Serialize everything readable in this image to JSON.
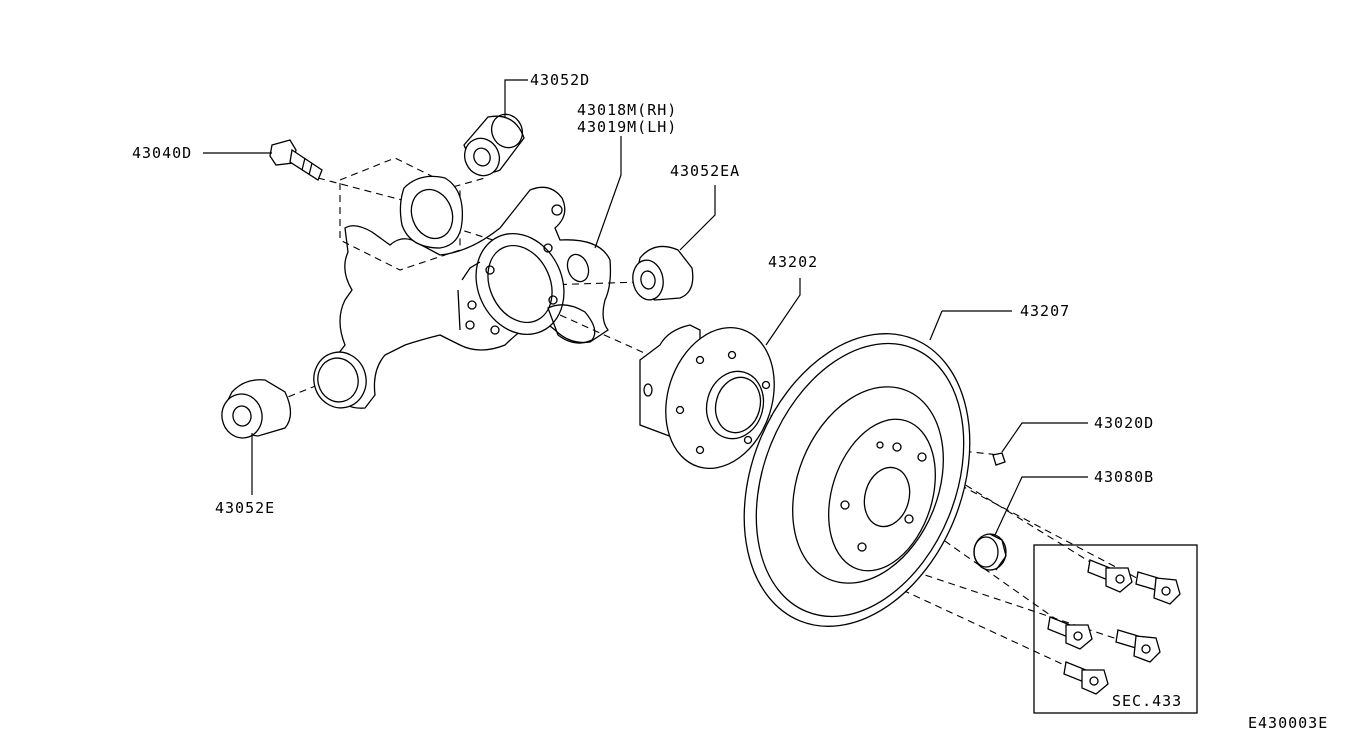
{
  "labels": {
    "p43052D": "43052D",
    "p43018M": "43018M(RH)",
    "p43019M": "43019M(LH)",
    "p43040D": "43040D",
    "p43052EA": "43052EA",
    "p43202": "43202",
    "p43207": "43207",
    "p43020D": "43020D",
    "p43080B": "43080B",
    "p43052E": "43052E",
    "sec": "SEC.433"
  },
  "figure_code": "E430003E"
}
